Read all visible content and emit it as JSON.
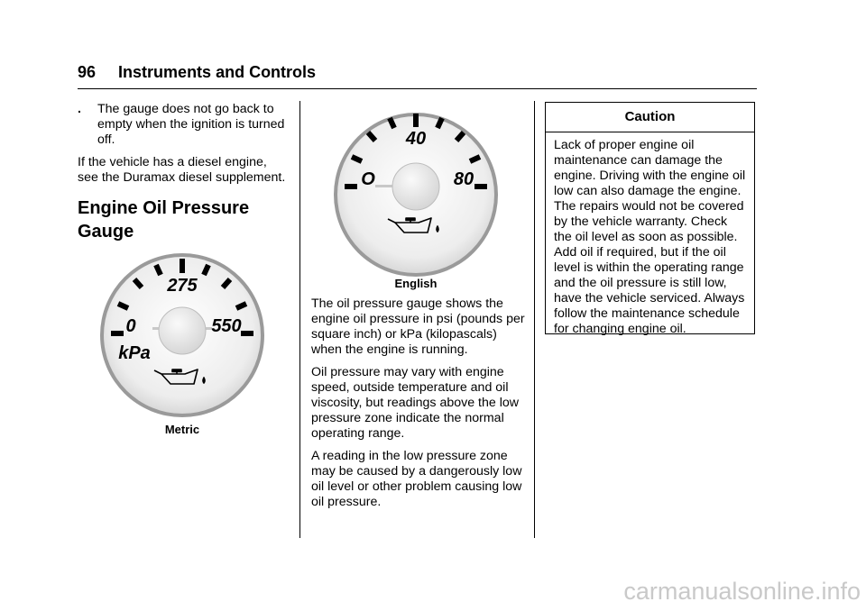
{
  "header": {
    "page_number": "96",
    "section_title": "Instruments and Controls"
  },
  "left_column": {
    "bullet_symbol": ".",
    "bullet_text": "The gauge does not go back to empty when the ignition is turned off.",
    "diesel_note": "If the vehicle has a diesel engine, see the Duramax diesel supplement.",
    "heading_line1": "Engine Oil Pressure",
    "heading_line2": "Gauge",
    "metric_gauge": {
      "low": "0",
      "mid": "275",
      "high": "550",
      "unit": "kPa"
    },
    "metric_caption": "Metric"
  },
  "middle_column": {
    "english_gauge": {
      "low": "O",
      "mid": "40",
      "high": "80"
    },
    "english_caption": "English",
    "paragraphs": [
      "The oil pressure gauge shows the engine oil pressure in psi (pounds per square inch) or kPa (kilopascals) when the engine is running.",
      "Oil pressure may vary with engine speed, outside temperature and oil viscosity, but readings above the low pressure zone indicate the normal operating range.",
      "A reading in the low pressure zone may be caused by a dangerously low oil level or other problem causing low oil pressure."
    ]
  },
  "caution": {
    "title": "Caution",
    "text": "Lack of proper engine oil maintenance can damage the engine. Driving with the engine oil low can also damage the engine. The repairs would not be covered by the vehicle warranty. Check the oil level as soon as possible. Add oil if required, but if the oil level is within the operating range and the oil pressure is still low, have the vehicle serviced. Always follow the maintenance schedule for changing engine oil."
  },
  "watermark": "carmanualsonline.info",
  "icons": {
    "gauge_symbol": "oil-can-icon"
  }
}
